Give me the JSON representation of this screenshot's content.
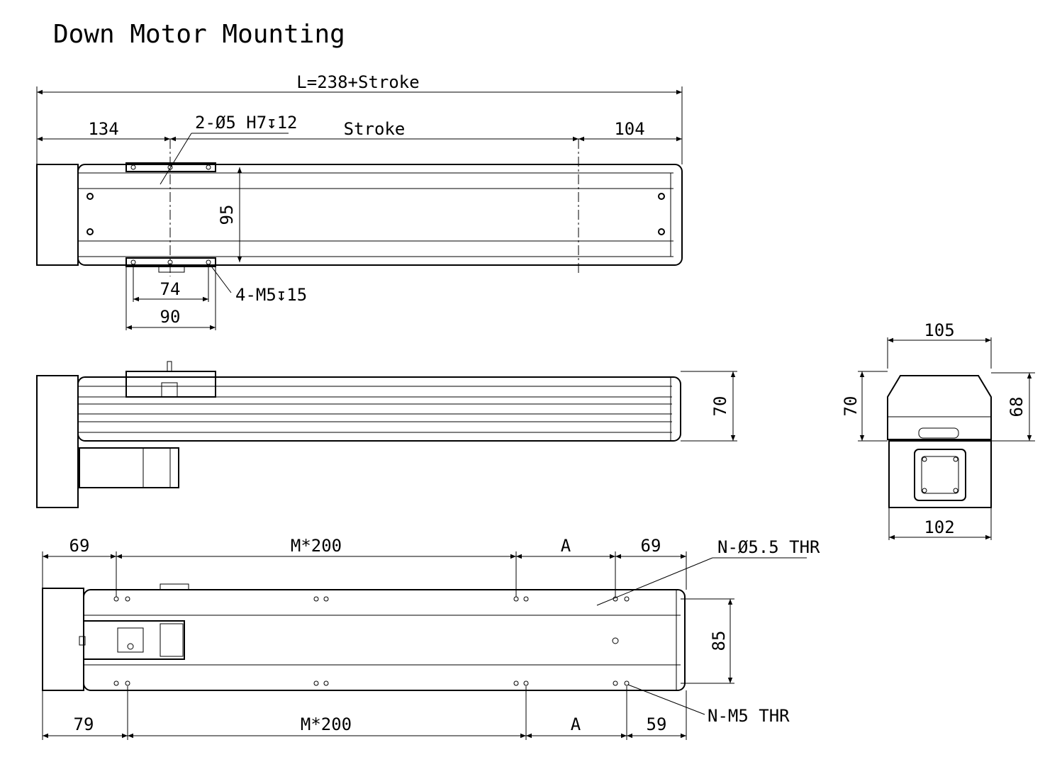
{
  "title": "Down Motor Mounting",
  "top_view": {
    "total_length": "L=238+Stroke",
    "left_offset": "134",
    "pin_callout": "2-Ø5 H7↧12",
    "stroke": "Stroke",
    "right_offset": "104",
    "height_95": "95",
    "hole_74": "74",
    "hole_90": "90",
    "thread_callout": "4-M5↧15"
  },
  "side_view": {
    "height_70": "70"
  },
  "end_view": {
    "width_105": "105",
    "height_70": "70",
    "height_68": "68",
    "width_102": "102"
  },
  "bottom_view": {
    "top_left": "69",
    "top_pitch": "M*200",
    "top_a": "A",
    "top_right": "69",
    "hole_callout": "N-Ø5.5 THR",
    "height_85": "85",
    "bottom_left": "79",
    "bottom_pitch": "M*200",
    "bottom_a": "A",
    "bottom_right": "59",
    "thread_callout": "N-M5 THR"
  }
}
